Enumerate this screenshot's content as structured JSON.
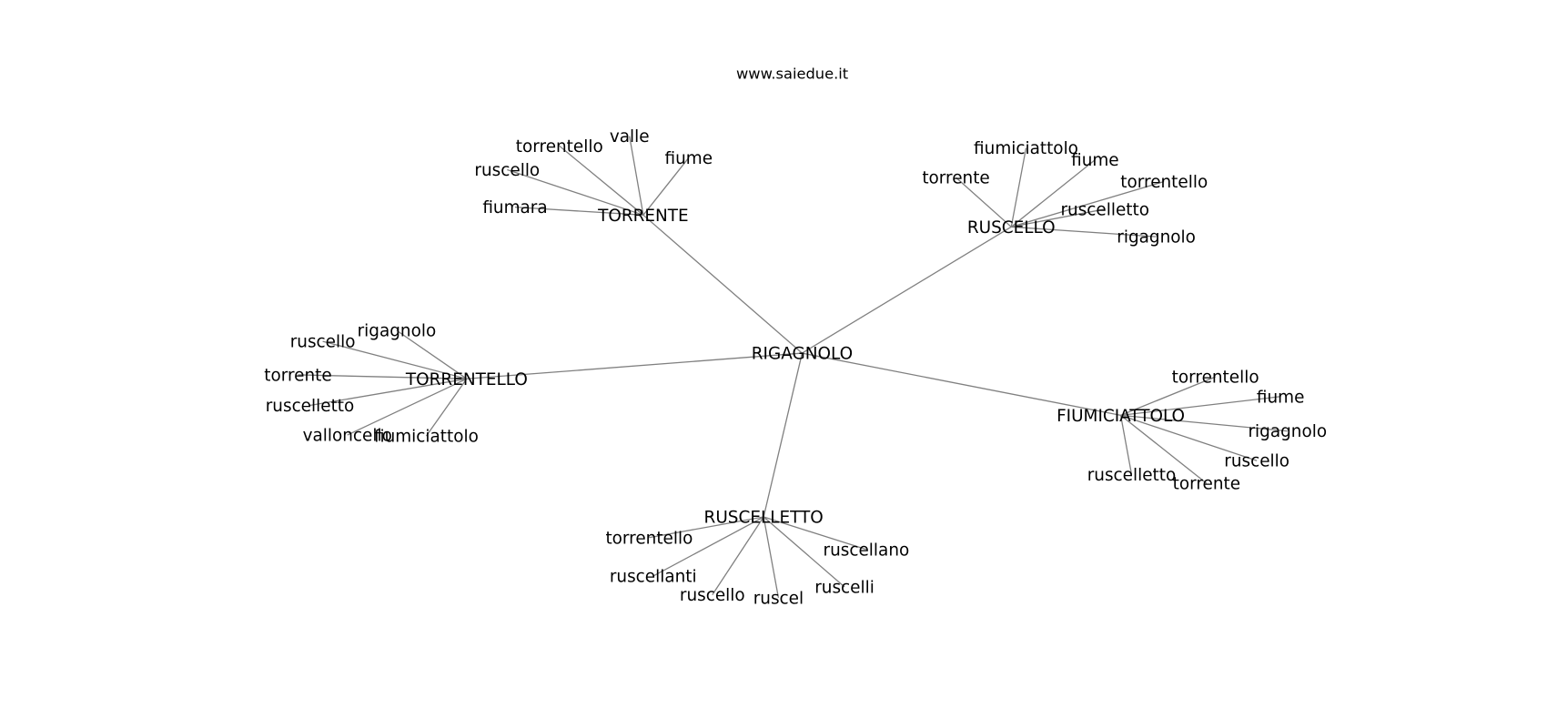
{
  "title": "www.saiedue.it",
  "graph": {
    "center": "RIGAGNOLO",
    "hubs": [
      {
        "label": "TORRENTE",
        "leaves": [
          "valle",
          "torrentello",
          "ruscello",
          "fiumara",
          "fiume"
        ]
      },
      {
        "label": "RUSCELLO",
        "leaves": [
          "fiumiciattolo",
          "fiume",
          "torrente",
          "torrentello",
          "ruscelletto",
          "rigagnolo"
        ]
      },
      {
        "label": "TORRENTELLO",
        "leaves": [
          "rigagnolo",
          "ruscello",
          "torrente",
          "ruscelletto",
          "valloncello",
          "fiumiciattolo"
        ]
      },
      {
        "label": "FIUMICIATTOLO",
        "leaves": [
          "torrentello",
          "fiume",
          "rigagnolo",
          "ruscello",
          "ruscelletto",
          "torrente"
        ]
      },
      {
        "label": "RUSCELLETTO",
        "leaves": [
          "torrentello",
          "ruscellanti",
          "ruscello",
          "ruscel",
          "ruscelli",
          "ruscellano"
        ]
      }
    ]
  }
}
